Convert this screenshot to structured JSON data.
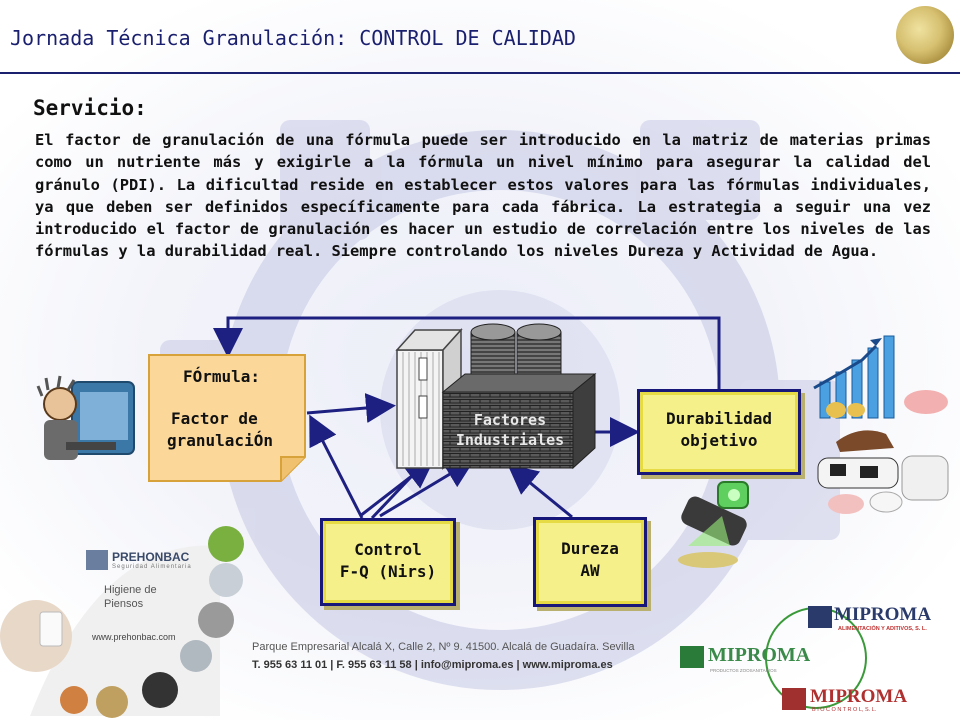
{
  "header": {
    "title": "Jornada Técnica Granulación: CONTROL DE CALIDAD"
  },
  "section": {
    "heading": "Servicio:",
    "paragraph": "El factor de granulación de una fórmula puede ser introducido en la matriz de materias primas como un nutriente más y exigirle a la fórmula un nivel mínimo para asegurar la calidad del gránulo (PDI). La dificultad reside en establecer estos valores para las fórmulas individuales, ya que deben ser definidos específicamente para cada fábrica. La estrategia a seguir una vez introducido el factor de granulación es hacer un estudio de correlación entre los niveles de las fórmulas y la durabilidad real. Siempre controlando los niveles Dureza y Actividad de Agua."
  },
  "diagram": {
    "formula": {
      "line1": "FÓrmula:",
      "line2": "Factor de",
      "line3": "granulaciÓn"
    },
    "factory": {
      "line1": "Factores",
      "line2": "Industriales"
    },
    "durability": {
      "line1": "Durabilidad",
      "line2": "objetivo"
    },
    "control": {
      "line1": "Control",
      "line2": "F-Q (Nirs)"
    },
    "hardness": {
      "line1": "Dureza",
      "line2": "AW"
    }
  },
  "footer": {
    "brand": "PREHONBAC",
    "brand_sub": "Seguridad Alimentaria",
    "brand_line1": "Higiene de",
    "brand_line2": "Piensos",
    "brand_url": "www.prehonbac.com",
    "address": "Parque Empresarial Alcalá X, Calle 2, Nº 9. 41500. Alcalá de Guadaíra. Sevilla",
    "contact": "T. 955 63 11 01 | F. 955 63 11 58 | info@miproma.es | www.miproma.es",
    "logo_main": "MIPROMA",
    "logo_main_sub": "ALIMENTACIÓN Y ADITIVOS, S. L.",
    "logo_mid": "MIPROMA",
    "logo_mid_sub": "PRODUCTOS ZOOSANITARIOS",
    "logo_low": "MIPROMA",
    "logo_low_sub": "B I O C O N T R O L,  S. L."
  },
  "colors": {
    "navy": "#1a1f6e",
    "box_fill": "#f5f08a",
    "formula_fill": "#fbd89a",
    "arrow": "#1d2080"
  }
}
